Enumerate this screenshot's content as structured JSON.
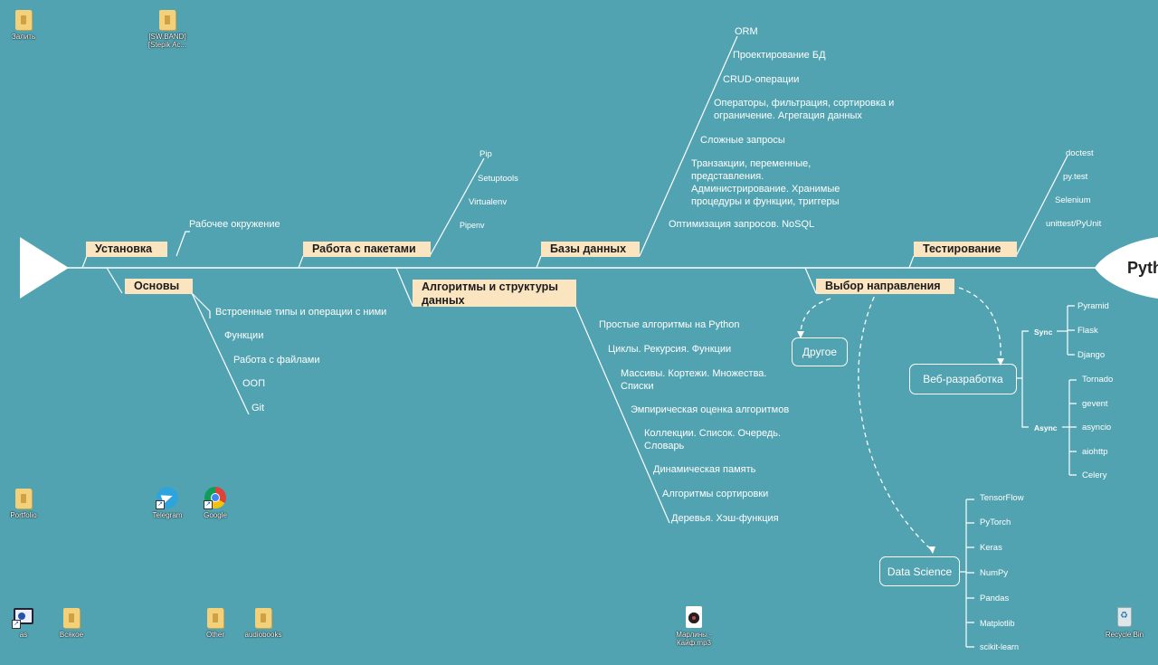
{
  "desktop": {
    "icons": {
      "zalit": "Залить",
      "stepik": "[SW.BAND] [Stepik Ac...",
      "portfolio": "Portfolio",
      "telegram": "Telegram",
      "google": "Google",
      "as": "as",
      "vsyakoe": "Всякое",
      "other": "Other",
      "audiobooks": "audiobooks",
      "marliny": "Марлины - Кайф.mp3",
      "recycle": "Recycle Bin"
    }
  },
  "mindmap": {
    "head_text": "Pyth",
    "installation": {
      "title": "Установка",
      "items": [
        "Рабочее окружение"
      ]
    },
    "basics": {
      "title": "Основы",
      "items": [
        "Встроенные типы и операции с ними",
        "Функции",
        "Работа с файлами",
        "ООП",
        "Git"
      ]
    },
    "packages": {
      "title": "Работа с пакетами",
      "items": [
        "Pip",
        "Setuptools",
        "Virtualenv",
        "Pipenv"
      ]
    },
    "algorithms": {
      "title": "Алгоритмы и структуры данных",
      "items": [
        "Простые алгоритмы на Python",
        "Циклы. Рекурсия. Функции",
        "Массивы. Кортежи. Множества. Списки",
        "Эмпирическая оценка алгоритмов",
        "Коллекции. Список. Очередь. Словарь",
        "Динамическая память",
        "Алгоритмы сортировки",
        "Деревья. Хэш-функция"
      ]
    },
    "databases": {
      "title": "Базы данных",
      "items": [
        "ORM",
        "Проектирование БД",
        "CRUD-операции",
        "Операторы, фильтрация, сортировка и ограничение. Агрегация данных",
        "Сложные запросы",
        "Транзакции, переменные, представления. Администрирование. Хранимые процедуры и функции, триггеры",
        "Оптимизация запросов. NoSQL"
      ]
    },
    "testing": {
      "title": "Тестирование",
      "items": [
        "doctest",
        "py.test",
        "Selenium",
        "unittest/PyUnit"
      ]
    },
    "direction": {
      "title": "Выбор направления",
      "other": "Другое",
      "web": {
        "title": "Веб-разработка",
        "sync_label": "Sync",
        "async_label": "Async",
        "sync": [
          "Pyramid",
          "Flask",
          "Django"
        ],
        "async": [
          "Tornado",
          "gevent",
          "asyncio",
          "aiohttp",
          "Celery"
        ]
      },
      "ds": {
        "title": "Data Science",
        "items": [
          "TensorFlow",
          "PyTorch",
          "Keras",
          "NumPy",
          "Pandas",
          "Matplotlib",
          "scikit-learn"
        ]
      }
    }
  },
  "colors": {
    "background": "#52a3b1",
    "header_fill": "#fbe5c0",
    "line": "#ffffff"
  }
}
